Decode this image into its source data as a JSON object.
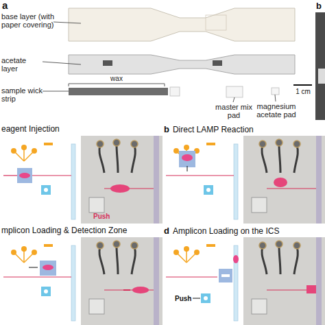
{
  "diagram": {
    "nodes": [
      {
        "text": [
          "eagent Injection"
        ]
      },
      {
        "text": [
          "b",
          "Direct LAMP Reaction"
        ]
      },
      {
        "text": [
          "mplicon Loading & Detection Zone"
        ]
      },
      {
        "text": [
          "d",
          "Amplicon Loading on the ICS"
        ]
      }
    ],
    "labels": [
      "a",
      "base layer (with paper covering)",
      "acetate layer",
      "sample wick strip",
      "wax",
      "master mix pad",
      "magnesium acetate pad",
      "1 cm",
      "b",
      "Push",
      "Push"
    ]
  }
}
